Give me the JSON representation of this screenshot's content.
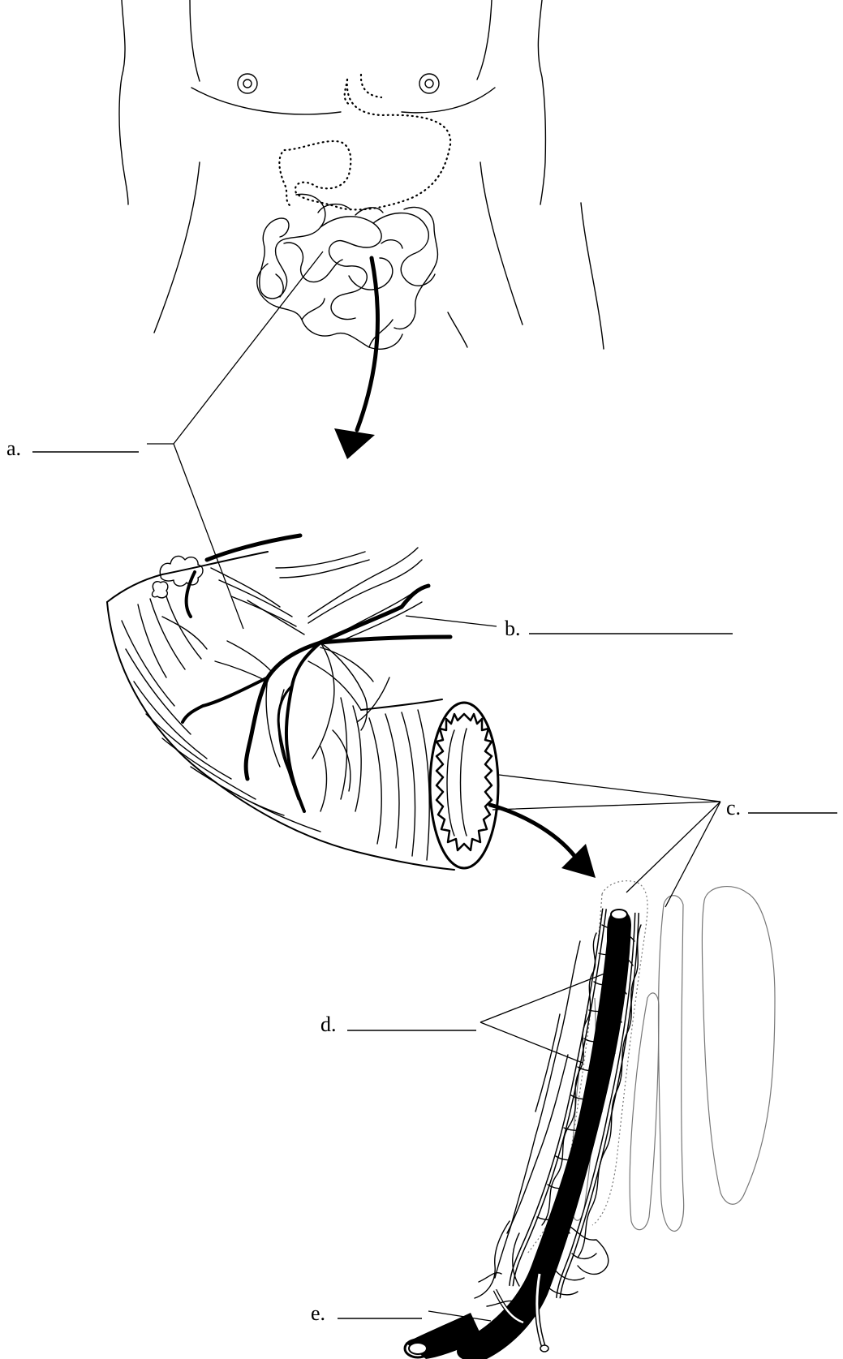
{
  "labels": {
    "a": "a.",
    "b": "b.",
    "c": "c.",
    "d": "d.",
    "e": "e."
  },
  "colors": {
    "ink": "#000000",
    "background": "#ffffff",
    "faint_outline": "#777777"
  }
}
